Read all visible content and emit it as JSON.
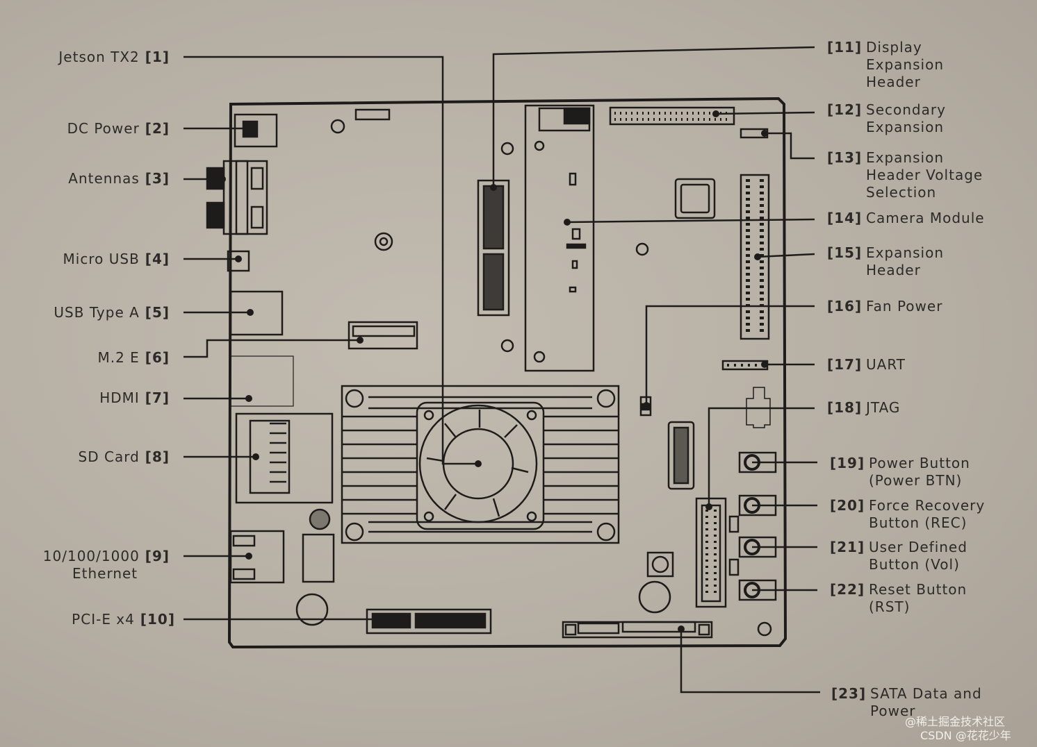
{
  "left_labels": [
    {
      "id": "jetson-tx2",
      "name": "Jetson TX2",
      "num": "[1]"
    },
    {
      "id": "dc-power",
      "name": "DC Power",
      "num": "[2]"
    },
    {
      "id": "antennas",
      "name": "Antennas",
      "num": "[3]"
    },
    {
      "id": "micro-usb",
      "name": "Micro USB",
      "num": "[4]"
    },
    {
      "id": "usb-type-a",
      "name": "USB Type A",
      "num": "[5]"
    },
    {
      "id": "m2e",
      "name": "M.2 E",
      "num": "[6]"
    },
    {
      "id": "hdmi",
      "name": "HDMI",
      "num": "[7]"
    },
    {
      "id": "sd-card",
      "name": "SD Card",
      "num": "[8]"
    },
    {
      "id": "ethernet",
      "name": "10/100/1000",
      "name2": "Ethernet",
      "num": "[9]"
    },
    {
      "id": "pcie",
      "name": "PCI-E x4",
      "num": "[10]"
    }
  ],
  "right_labels": [
    {
      "id": "display-expansion",
      "num": "[11]",
      "lines": [
        "Display",
        "Expansion",
        "Header"
      ]
    },
    {
      "id": "secondary-expansion",
      "num": "[12]",
      "lines": [
        "Secondary",
        "Expansion"
      ]
    },
    {
      "id": "voltage-selection",
      "num": "[13]",
      "lines": [
        "Expansion",
        "Header Voltage",
        "Selection"
      ]
    },
    {
      "id": "camera-module",
      "num": "[14]",
      "lines": [
        "Camera Module"
      ]
    },
    {
      "id": "expansion-header",
      "num": "[15]",
      "lines": [
        "Expansion",
        "Header"
      ]
    },
    {
      "id": "fan-power",
      "num": "[16]",
      "lines": [
        "Fan Power"
      ]
    },
    {
      "id": "uart",
      "num": "[17]",
      "lines": [
        "UART"
      ]
    },
    {
      "id": "jtag",
      "num": "[18]",
      "lines": [
        "JTAG"
      ]
    },
    {
      "id": "power-button",
      "num": "[19]",
      "lines": [
        "Power Button",
        "(Power BTN)"
      ]
    },
    {
      "id": "force-recovery",
      "num": "[20]",
      "lines": [
        "Force Recovery",
        "Button (REC)"
      ]
    },
    {
      "id": "user-defined",
      "num": "[21]",
      "lines": [
        "User Defined",
        "Button (Vol)"
      ]
    },
    {
      "id": "reset-button",
      "num": "[22]",
      "lines": [
        "Reset Button",
        "(RST)"
      ]
    },
    {
      "id": "sata",
      "num": "[23]",
      "lines": [
        "SATA Data and",
        "Power"
      ]
    }
  ],
  "watermark": {
    "line1": "@稀土掘金技术社区",
    "line2": "CSDN @花花少年"
  },
  "colors": {
    "background": "#b8b0a4",
    "ink": "#1e1c1a"
  }
}
